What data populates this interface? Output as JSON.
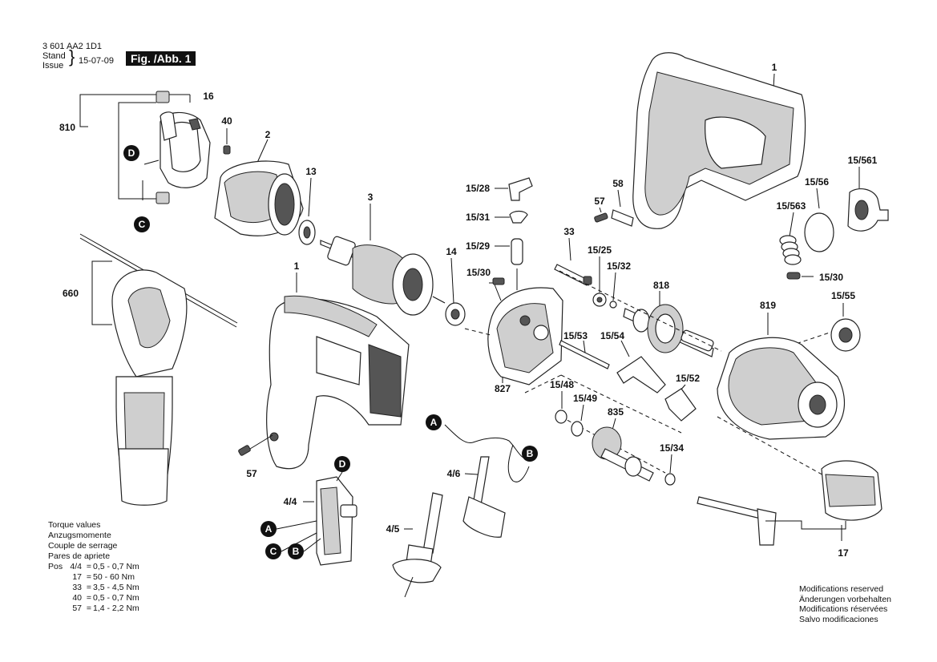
{
  "header": {
    "doc_number": "3 601 AA2 1D1",
    "stand_label": "Stand",
    "issue_label": "Issue",
    "date": "15-07-09",
    "fig_label": "Fig. /Abb. 1"
  },
  "part_labels": {
    "p1_top": "1",
    "p1_mid": "1",
    "p2": "2",
    "p3": "3",
    "p13": "13",
    "p14": "14",
    "p16": "16",
    "p17": "17",
    "p33": "33",
    "p40": "40",
    "p57_top": "57",
    "p57_bot": "57",
    "p58": "58",
    "p660": "660",
    "p810": "810",
    "p818": "818",
    "p819": "819",
    "p827": "827",
    "p835": "835",
    "p15_28": "15/28",
    "p15_31": "15/31",
    "p15_29": "15/29",
    "p15_30_left": "15/30",
    "p15_30_right": "15/30",
    "p15_25": "15/25",
    "p15_32": "15/32",
    "p15_53": "15/53",
    "p15_54": "15/54",
    "p15_52": "15/52",
    "p15_48": "15/48",
    "p15_49": "15/49",
    "p15_34": "15/34",
    "p15_55": "15/55",
    "p15_56": "15/56",
    "p15_561": "15/561",
    "p15_563": "15/563",
    "p4_4": "4/4",
    "p4_5": "4/5",
    "p4_6": "4/6"
  },
  "connectors": {
    "A": "A",
    "B": "B",
    "C": "C",
    "D": "D"
  },
  "torque": {
    "title_lines": [
      "Torque values",
      "Anzugsmomente",
      "Couple de serrage",
      "Pares de apriete"
    ],
    "pos_label": "Pos",
    "rows": [
      {
        "pos": "4/4",
        "value": "0,5 - 0,7 Nm"
      },
      {
        "pos": "17",
        "value": "50 - 60 Nm"
      },
      {
        "pos": "33",
        "value": "3,5 - 4,5 Nm"
      },
      {
        "pos": "40",
        "value": "0,5 - 0,7 Nm"
      },
      {
        "pos": "57",
        "value": "1,4 - 2,2 Nm"
      }
    ]
  },
  "modifications": [
    "Modifications reserved",
    "Änderungen vorbehalten",
    "Modifications réservées",
    "Salvo modificaciones"
  ]
}
